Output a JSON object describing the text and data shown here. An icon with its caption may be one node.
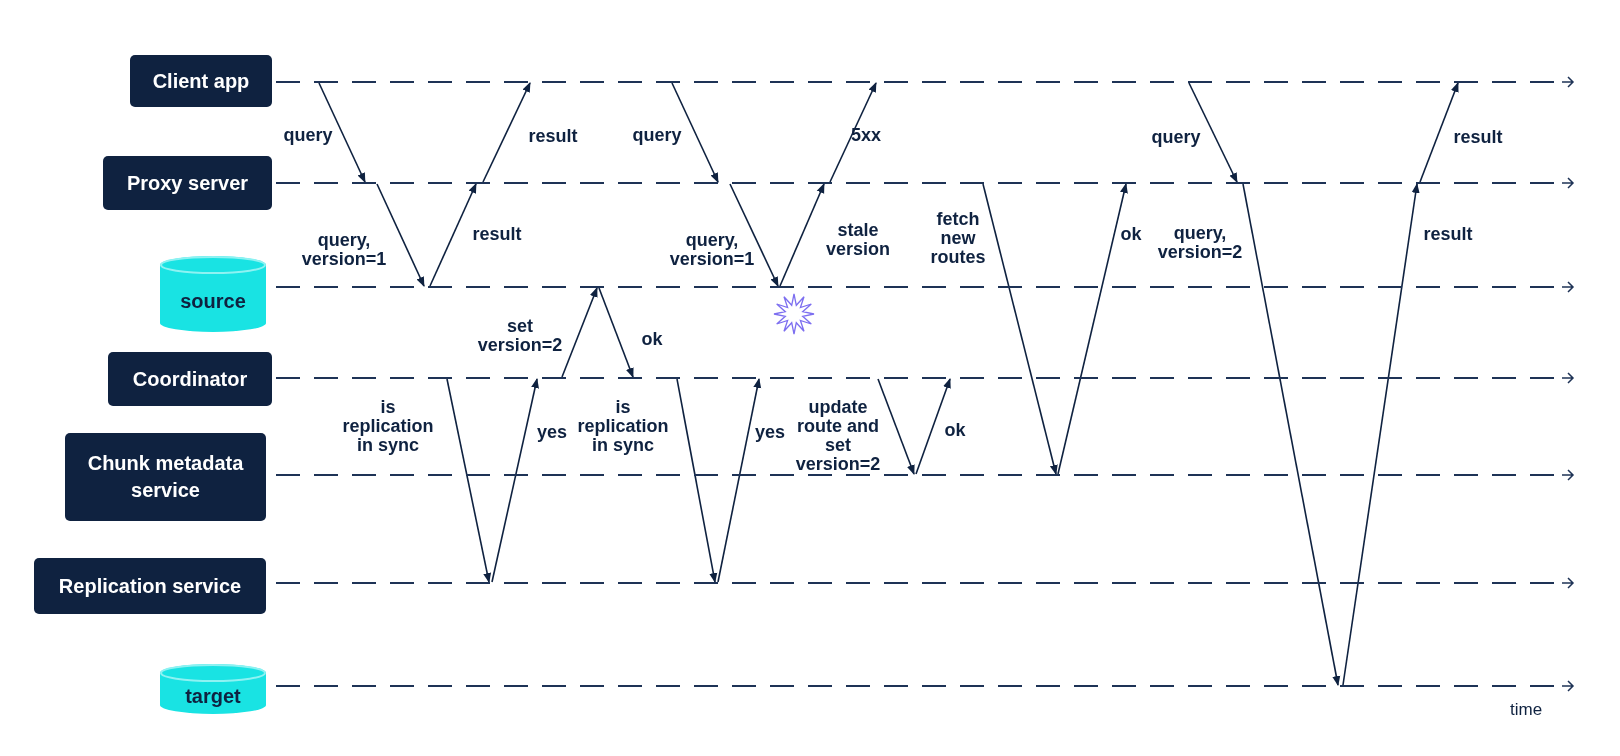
{
  "diagram": {
    "nodes": [
      {
        "text": [
          "Client app"
        ]
      },
      {
        "text": [
          "Proxy server"
        ]
      },
      {
        "text": [
          "source"
        ]
      },
      {
        "text": [
          "Coordinator"
        ]
      },
      {
        "text": [
          "Chunk metadata service"
        ]
      },
      {
        "text": [
          "Replication service"
        ]
      },
      {
        "text": [
          "target"
        ]
      },
      {
        "text": [],
        "shape": "line"
      },
      {
        "text": [],
        "shape": "line"
      },
      {
        "text": [],
        "shape": "line"
      },
      {
        "text": [],
        "shape": "line"
      },
      {
        "text": [],
        "shape": "line"
      },
      {
        "text": [],
        "shape": "line"
      },
      {
        "text": [],
        "shape": "line"
      }
    ],
    "edges": [
      {
        "from": 7,
        "to": 8,
        "arrow": "to",
        "label": "query"
      },
      {
        "from": 8,
        "to": 9,
        "arrow": "to",
        "label": "query, version=1"
      },
      {
        "from": 9,
        "to": 8,
        "arrow": "to",
        "label": "result"
      },
      {
        "from": 8,
        "to": 7,
        "arrow": "to",
        "label": "result"
      },
      {
        "from": 10,
        "to": 9,
        "arrow": "to",
        "label": "set version=2"
      },
      {
        "from": 9,
        "to": 10,
        "arrow": "to",
        "label": "ok"
      },
      {
        "from": 7,
        "to": 8,
        "arrow": "to",
        "label": "query"
      },
      {
        "from": 8,
        "to": 9,
        "arrow": "to",
        "label": "query, version=1"
      },
      {
        "from": 9,
        "to": 8,
        "arrow": "to",
        "label": "stale version"
      },
      {
        "from": 8,
        "to": 7,
        "arrow": "to",
        "label": "5xx"
      },
      {
        "from": 10,
        "to": 12,
        "arrow": "to",
        "label": "is replication in sync"
      },
      {
        "from": 12,
        "to": 10,
        "arrow": "to",
        "label": "yes"
      },
      {
        "from": 10,
        "to": 12,
        "arrow": "to",
        "label": "is replication in sync"
      },
      {
        "from": 12,
        "to": 10,
        "arrow": "to",
        "label": "yes"
      },
      {
        "from": 10,
        "to": 11,
        "arrow": "to",
        "label": "update route and set version=2"
      },
      {
        "from": 11,
        "to": 10,
        "arrow": "to",
        "label": "ok"
      },
      {
        "from": 8,
        "to": 11,
        "arrow": "to",
        "label": "fetch new routes"
      },
      {
        "from": 11,
        "to": 8,
        "arrow": "to",
        "label": "ok"
      },
      {
        "from": 7,
        "to": 8,
        "arrow": "to",
        "label": "query"
      },
      {
        "from": 8,
        "to": 13,
        "arrow": "to",
        "label": "query, version=2"
      },
      {
        "from": 13,
        "to": 8,
        "arrow": "to",
        "label": "result"
      },
      {
        "from": 8,
        "to": 7,
        "arrow": "to",
        "label": "result"
      }
    ],
    "labels": [
      "time"
    ]
  }
}
